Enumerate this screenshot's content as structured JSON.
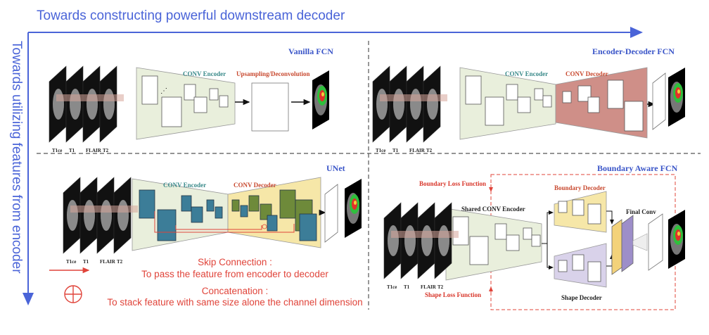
{
  "axes": {
    "horizontal_title": "Towards constructing powerful downstream decoder",
    "vertical_title": "Towards utilizing features from encoder"
  },
  "modalities": [
    "T1ce",
    "T1",
    "FLAIR",
    "T2"
  ],
  "panels": {
    "vanilla": {
      "title": "Vanilla FCN",
      "encoder": "CONV Encoder",
      "upsampling": "Upsampling/Deconvolution"
    },
    "encdec": {
      "title": "Encoder-Decoder FCN",
      "encoder": "CONV Encoder",
      "decoder": "CONV Decoder"
    },
    "unet": {
      "title": "UNet",
      "encoder": "CONV Encoder",
      "decoder": "CONV Decoder"
    },
    "boundary": {
      "title": "Boundary Aware FCN",
      "boundary_loss": "Boundary Loss Function",
      "shared_encoder": "Shared CONV Encoder",
      "boundary_decoder": "Boundary Decoder",
      "final_conv": "Final Conv",
      "shape_decoder": "Shape Decoder",
      "shape_loss": "Shape Loss Function"
    }
  },
  "legend": {
    "skip_title": "Skip Connection :",
    "skip_desc": "To pass the feature from encoder to decoder",
    "concat_title": "Concatenation :",
    "concat_desc": "To stack feature with same size alone the channel dimension"
  },
  "colors": {
    "axis_blue": "#4a64d8",
    "panel_title_blue": "#3a55c8",
    "encoder_fill": "#e9efdc",
    "decoder_red_fill": "#cf8f88",
    "decoder_yellow_fill": "#f6e7a8",
    "decoder_purple_fill": "#d9d2ea",
    "legend_red": "#e0443a",
    "teal_block": "#3c7d98",
    "olive_block": "#6e8a3a"
  }
}
